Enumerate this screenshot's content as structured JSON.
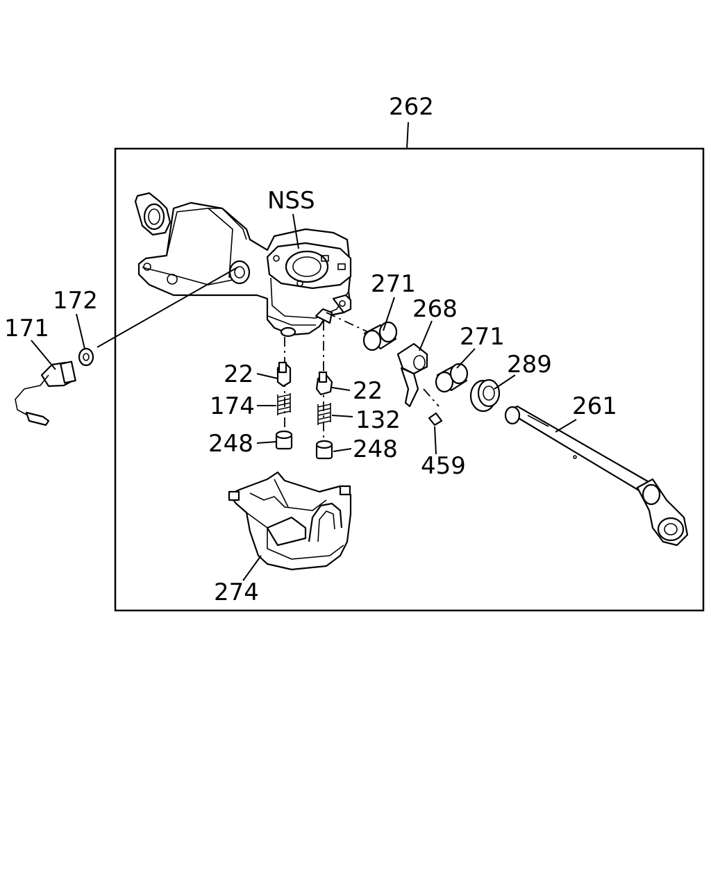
{
  "assembly_label": "262",
  "callouts": {
    "nss": "NSS",
    "p171": "171",
    "p172": "172",
    "p271a": "271",
    "p268": "268",
    "p271b": "271",
    "p289": "289",
    "p261": "261",
    "p22a": "22",
    "p22b": "22",
    "p174": "174",
    "p132": "132",
    "p248a": "248",
    "p248b": "248",
    "p459": "459",
    "p274": "274"
  }
}
